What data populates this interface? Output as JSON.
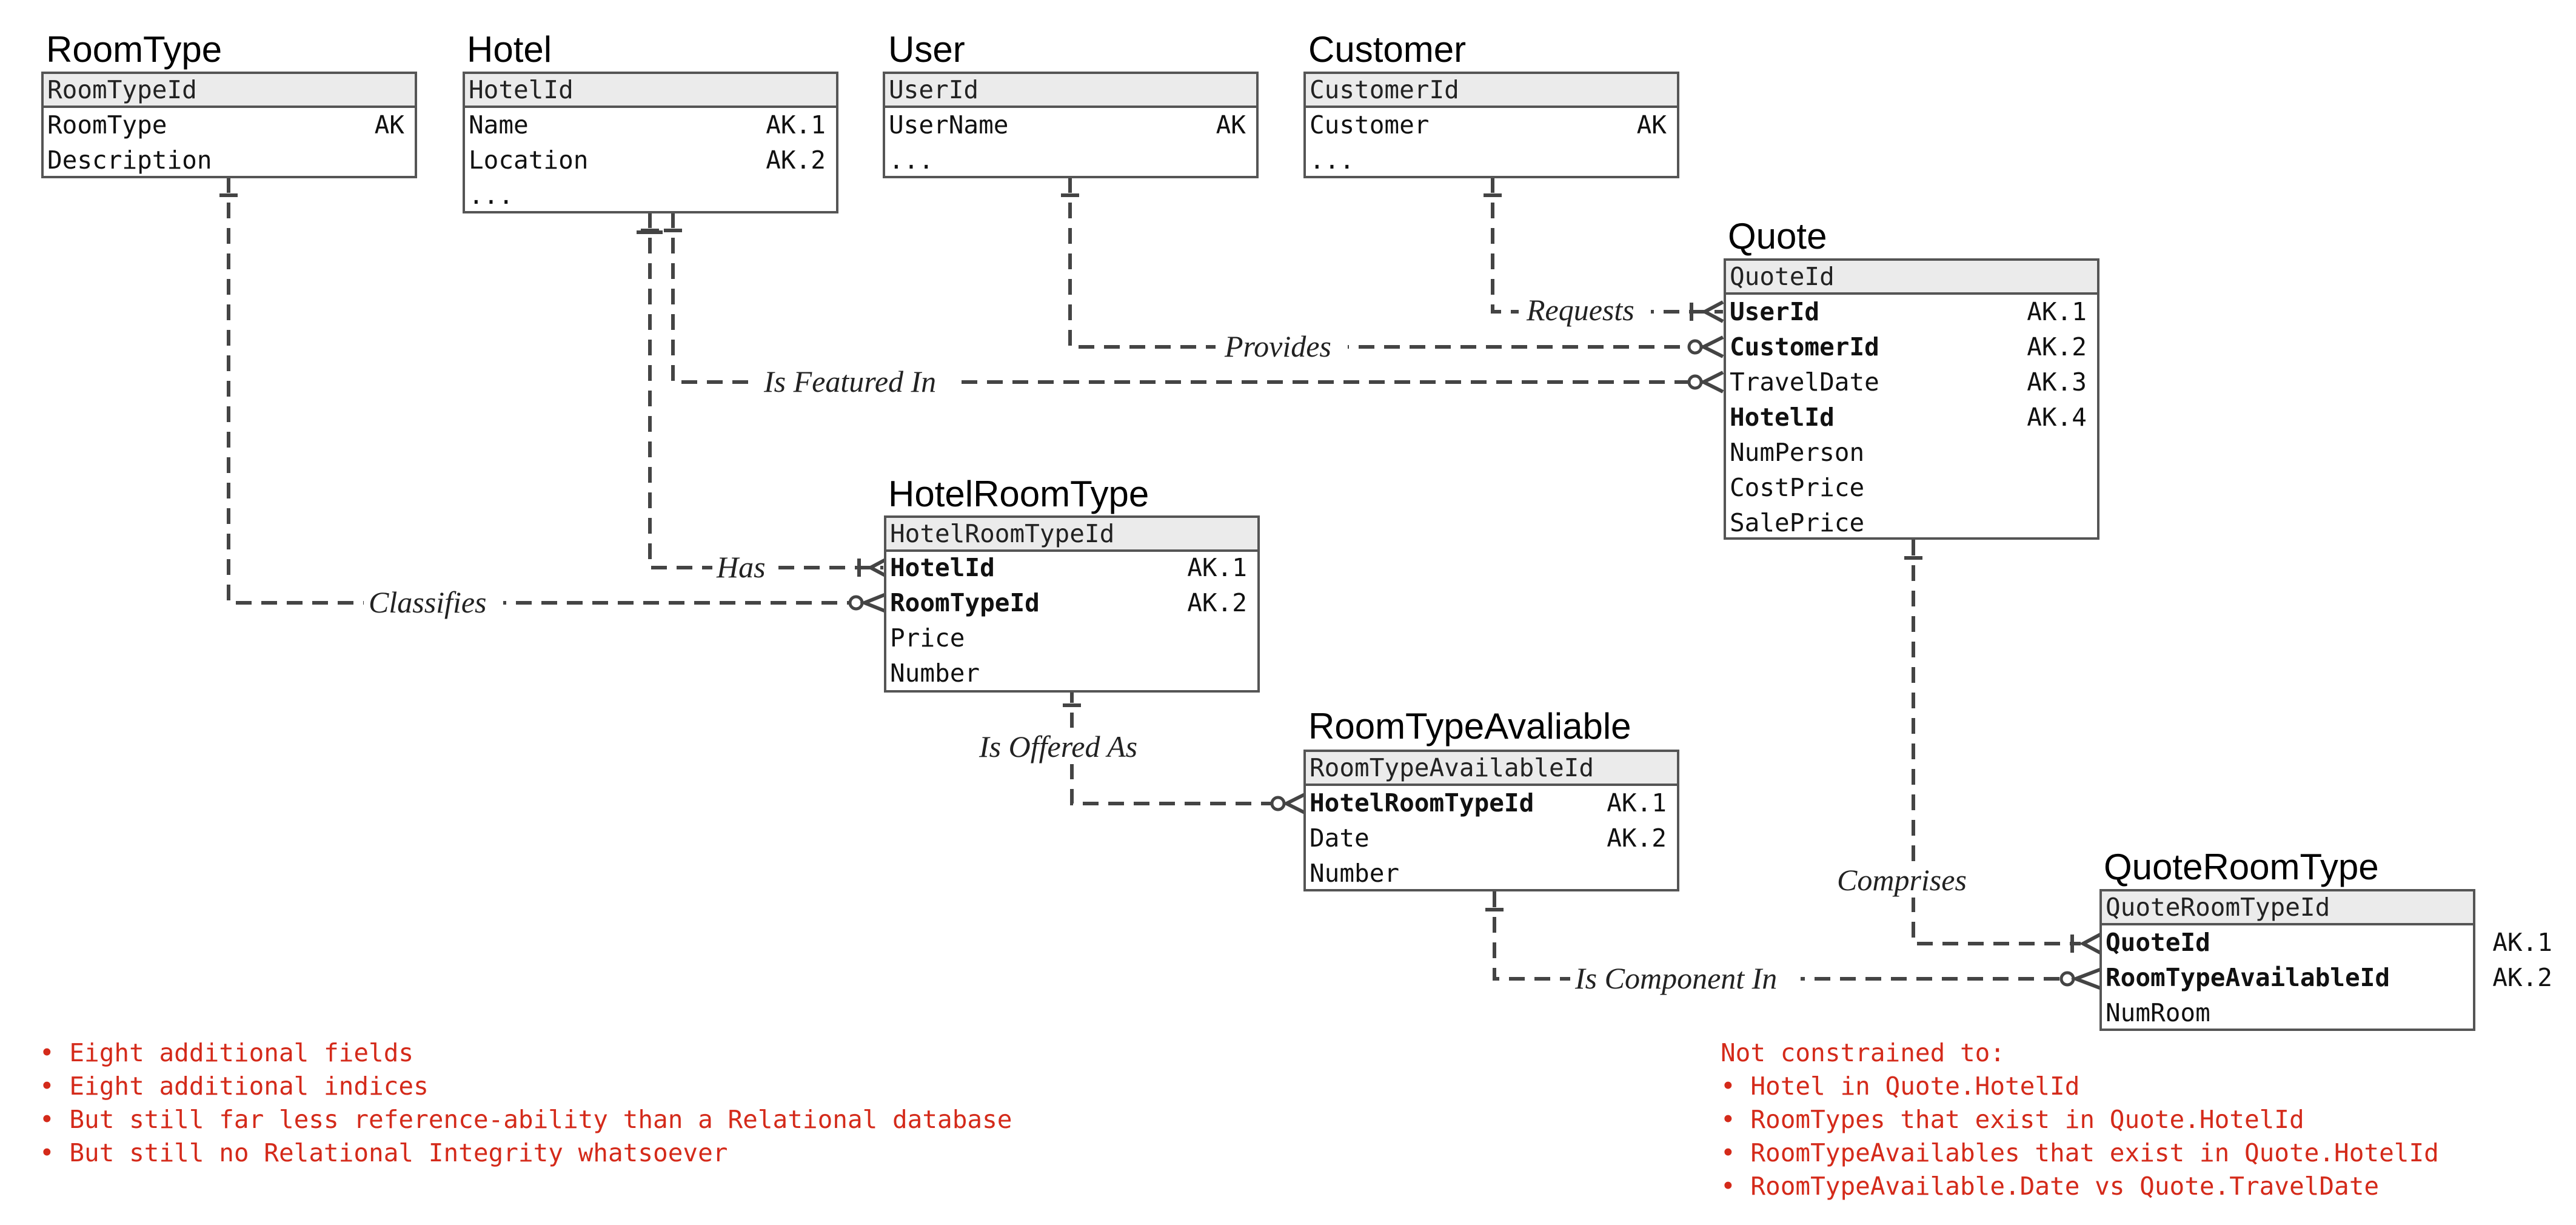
{
  "entities": {
    "roomtype": {
      "name": "RoomType",
      "pk": "RoomTypeId",
      "attrs": [
        {
          "name": "RoomType",
          "key": "AK",
          "bold": false
        },
        {
          "name": "Description",
          "key": "",
          "bold": false
        }
      ]
    },
    "hotel": {
      "name": "Hotel",
      "pk": "HotelId",
      "attrs": [
        {
          "name": "Name",
          "key": "AK.1",
          "bold": false
        },
        {
          "name": "Location",
          "key": "AK.2",
          "bold": false
        },
        {
          "name": "...",
          "key": "",
          "bold": false
        }
      ]
    },
    "user": {
      "name": "User",
      "pk": "UserId",
      "attrs": [
        {
          "name": "UserName",
          "key": "AK",
          "bold": false
        },
        {
          "name": "...",
          "key": "",
          "bold": false
        }
      ]
    },
    "customer": {
      "name": "Customer",
      "pk": "CustomerId",
      "attrs": [
        {
          "name": "Customer",
          "key": "AK",
          "bold": false
        },
        {
          "name": "...",
          "key": "",
          "bold": false
        }
      ]
    },
    "quote": {
      "name": "Quote",
      "pk": "QuoteId",
      "attrs": [
        {
          "name": "UserId",
          "key": "AK.1",
          "bold": true
        },
        {
          "name": "CustomerId",
          "key": "AK.2",
          "bold": true
        },
        {
          "name": "TravelDate",
          "key": "AK.3",
          "bold": false
        },
        {
          "name": "HotelId",
          "key": "AK.4",
          "bold": true
        },
        {
          "name": "NumPerson",
          "key": "",
          "bold": false
        },
        {
          "name": "CostPrice",
          "key": "",
          "bold": false
        },
        {
          "name": "SalePrice",
          "key": "",
          "bold": false
        }
      ]
    },
    "hotelroomtype": {
      "name": "HotelRoomType",
      "pk": "HotelRoomTypeId",
      "attrs": [
        {
          "name": "HotelId",
          "key": "AK.1",
          "bold": true
        },
        {
          "name": "RoomTypeId",
          "key": "AK.2",
          "bold": true
        },
        {
          "name": "Price",
          "key": "",
          "bold": false
        },
        {
          "name": "Number",
          "key": "",
          "bold": false
        }
      ]
    },
    "roomtypeavailable": {
      "name": "RoomTypeAvaliable",
      "pk": "RoomTypeAvailableId",
      "attrs": [
        {
          "name": "HotelRoomTypeId",
          "key": "AK.1",
          "bold": true
        },
        {
          "name": "Date",
          "key": "AK.2",
          "bold": false
        },
        {
          "name": "Number",
          "key": "",
          "bold": false
        }
      ]
    },
    "quoteroomtype": {
      "name": "QuoteRoomType",
      "pk": "QuoteRoomTypeId",
      "attrs": [
        {
          "name": "QuoteId",
          "key": "AK.1",
          "bold": true
        },
        {
          "name": "RoomTypeAvailableId",
          "key": "AK.2",
          "bold": true
        },
        {
          "name": "NumRoom",
          "key": "",
          "bold": false
        }
      ]
    }
  },
  "relationships": {
    "requests": "Requests",
    "provides": "Provides",
    "is_featured_in": "Is Featured In",
    "has": "Has",
    "classifies": "Classifies",
    "is_offered_as": "Is Offered As",
    "comprises": "Comprises",
    "is_component_in": "Is Component In"
  },
  "notes_left": [
    "• Eight additional fields",
    "• Eight additional indices",
    "• But still far less reference-ability than a Relational database",
    "• But still no Relational Integrity whatsoever"
  ],
  "notes_right": {
    "heading": "Not constrained to:",
    "items": [
      "• Hotel in Quote.HotelId",
      "• RoomTypes that exist in Quote.HotelId",
      "• RoomTypeAvailables that exist in Quote.HotelId",
      "• RoomTypeAvailable.Date vs Quote.TravelDate"
    ]
  },
  "colors": {
    "note": "#d42a1a",
    "line": "#444444",
    "pk_band": "#ebebeb"
  }
}
